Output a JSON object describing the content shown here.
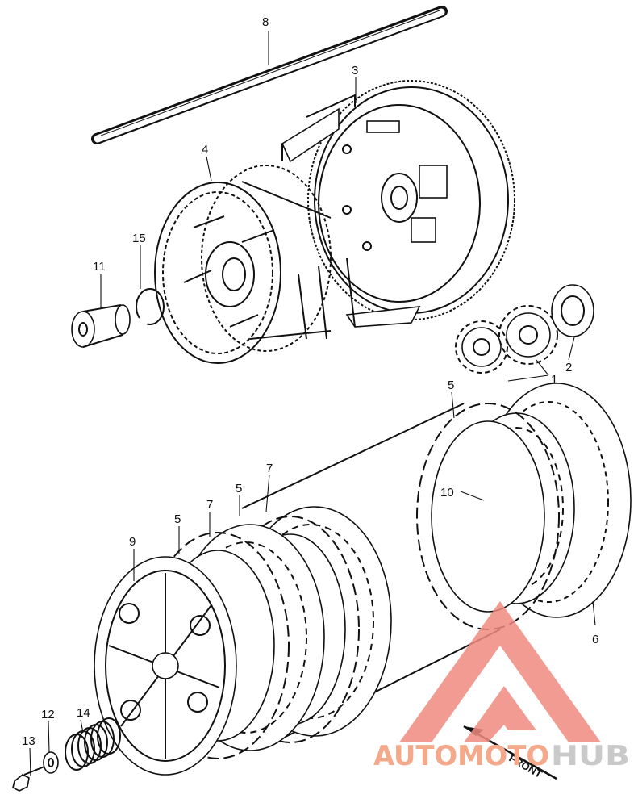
{
  "diagram": {
    "callouts": [
      {
        "id": "c1",
        "text": "1"
      },
      {
        "id": "c2",
        "text": "2"
      },
      {
        "id": "c3",
        "text": "3"
      },
      {
        "id": "c4",
        "text": "4"
      },
      {
        "id": "c5a",
        "text": "5"
      },
      {
        "id": "c5b",
        "text": "5"
      },
      {
        "id": "c5c",
        "text": "5"
      },
      {
        "id": "c6",
        "text": "6"
      },
      {
        "id": "c7a",
        "text": "7"
      },
      {
        "id": "c7b",
        "text": "7"
      },
      {
        "id": "c8",
        "text": "8"
      },
      {
        "id": "c9",
        "text": "9"
      },
      {
        "id": "c10",
        "text": "10"
      },
      {
        "id": "c11",
        "text": "11"
      },
      {
        "id": "c12",
        "text": "12"
      },
      {
        "id": "c13",
        "text": "13"
      },
      {
        "id": "c14",
        "text": "14"
      },
      {
        "id": "c15",
        "text": "15"
      }
    ],
    "front_label": "FRONT"
  },
  "watermark": {
    "part1": "AUTOMOTO",
    "part2": "HUB",
    "color_part1": "#f4a98a",
    "color_part2": "#c9c9c9",
    "logo_color": "#f08a80"
  }
}
